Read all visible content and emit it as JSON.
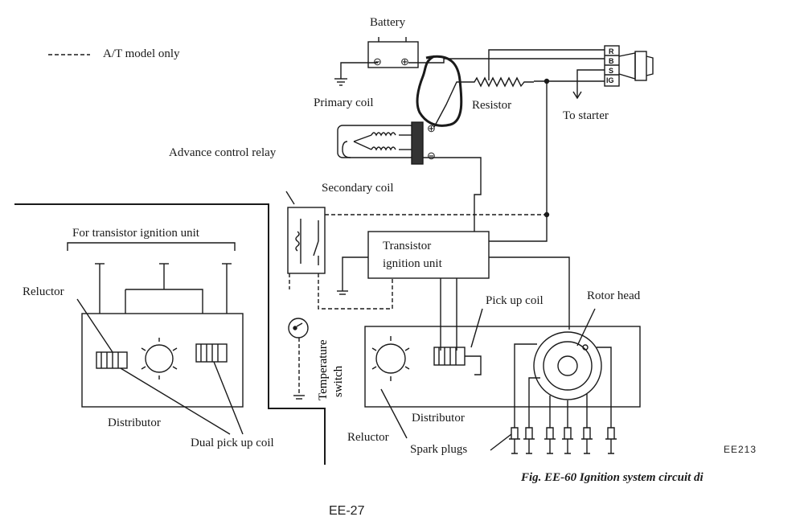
{
  "legend": {
    "dash_sample": "-----",
    "text": "A/T model only"
  },
  "labels": {
    "battery": "Battery",
    "resistor": "Resistor",
    "to_starter": "To starter",
    "primary_coil": "Primary coil",
    "secondary_coil": "Secondary coil",
    "advance_control_relay": "Advance control relay",
    "transistor_unit_line1": "Transistor",
    "transistor_unit_line2": "ignition unit",
    "for_transistor_ignition_unit": "For transistor ignition unit",
    "reluctor_left": "Reluctor",
    "reluctor_right": "Reluctor",
    "distributor_left": "Distributor",
    "distributor_right": "Distributor",
    "dual_pick_up_coil": "Dual pick up coil",
    "temperature_switch_line1": "Temperature",
    "temperature_switch_line2": "switch",
    "pick_up_coil": "Pick up coil",
    "rotor_head": "Rotor head",
    "spark_plugs": "Spark plugs"
  },
  "switch_terminals": [
    "R",
    "B",
    "S",
    "IG"
  ],
  "battery_terminals": {
    "negative": "⊖",
    "positive": "⊕"
  },
  "coil_terminals": {
    "positive": "⊕",
    "negative": "⊖"
  },
  "figure_code": "EE213",
  "caption": "Fig. EE-60  Ignition system circuit di",
  "page_number": "EE-27"
}
